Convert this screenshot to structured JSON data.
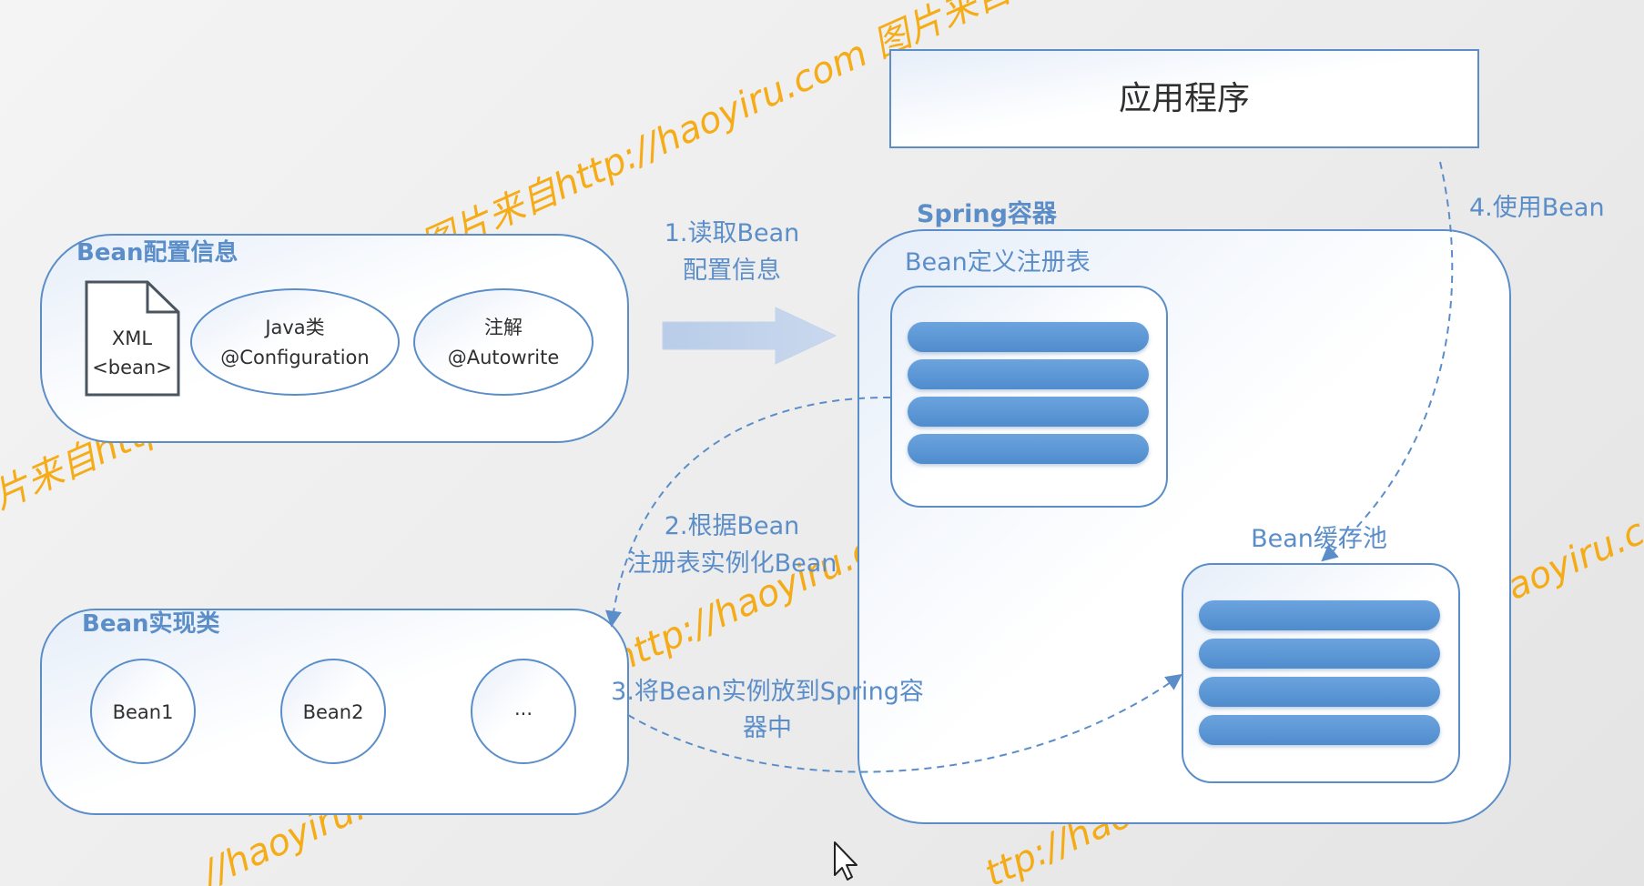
{
  "config_group": {
    "title": "Bean配置信息",
    "xml_doc": {
      "line1": "XML",
      "line2": "<bean>"
    },
    "java_class": {
      "line1": "Java类",
      "line2": "@Configuration"
    },
    "annotation": {
      "line1": "注解",
      "line2": "@Autowrite"
    }
  },
  "impl_group": {
    "title": "Bean实现类",
    "items": [
      "Bean1",
      "Bean2",
      "..."
    ]
  },
  "application": {
    "label": "应用程序"
  },
  "container": {
    "title": "Spring容器",
    "registry_title": "Bean定义注册表",
    "cache_title": "Bean缓存池"
  },
  "steps": {
    "step1": {
      "line1": "1.读取Bean",
      "line2": "配置信息"
    },
    "step2": {
      "line1": "2.根据Bean",
      "line2": "注册表实例化Bean"
    },
    "step3": {
      "line1": "3.将Bean实例放到Spring容",
      "line2": "器中"
    },
    "step4": {
      "line1": "4.使用Bean"
    }
  },
  "watermark": {
    "text1": "图片来自http://haoyiru.com 图片来自",
    "text2": "片来自http",
    "text3": "http://haoyiru.com 图",
    "text4": "haoyiru.com",
    "text5": "//haoyiru.c",
    "text6": "ttp://hao"
  },
  "colors": {
    "stroke": "#5b8ec9",
    "bar": "#5b9bd5",
    "label": "#5b8ec9",
    "watermark": "#f6a500"
  }
}
